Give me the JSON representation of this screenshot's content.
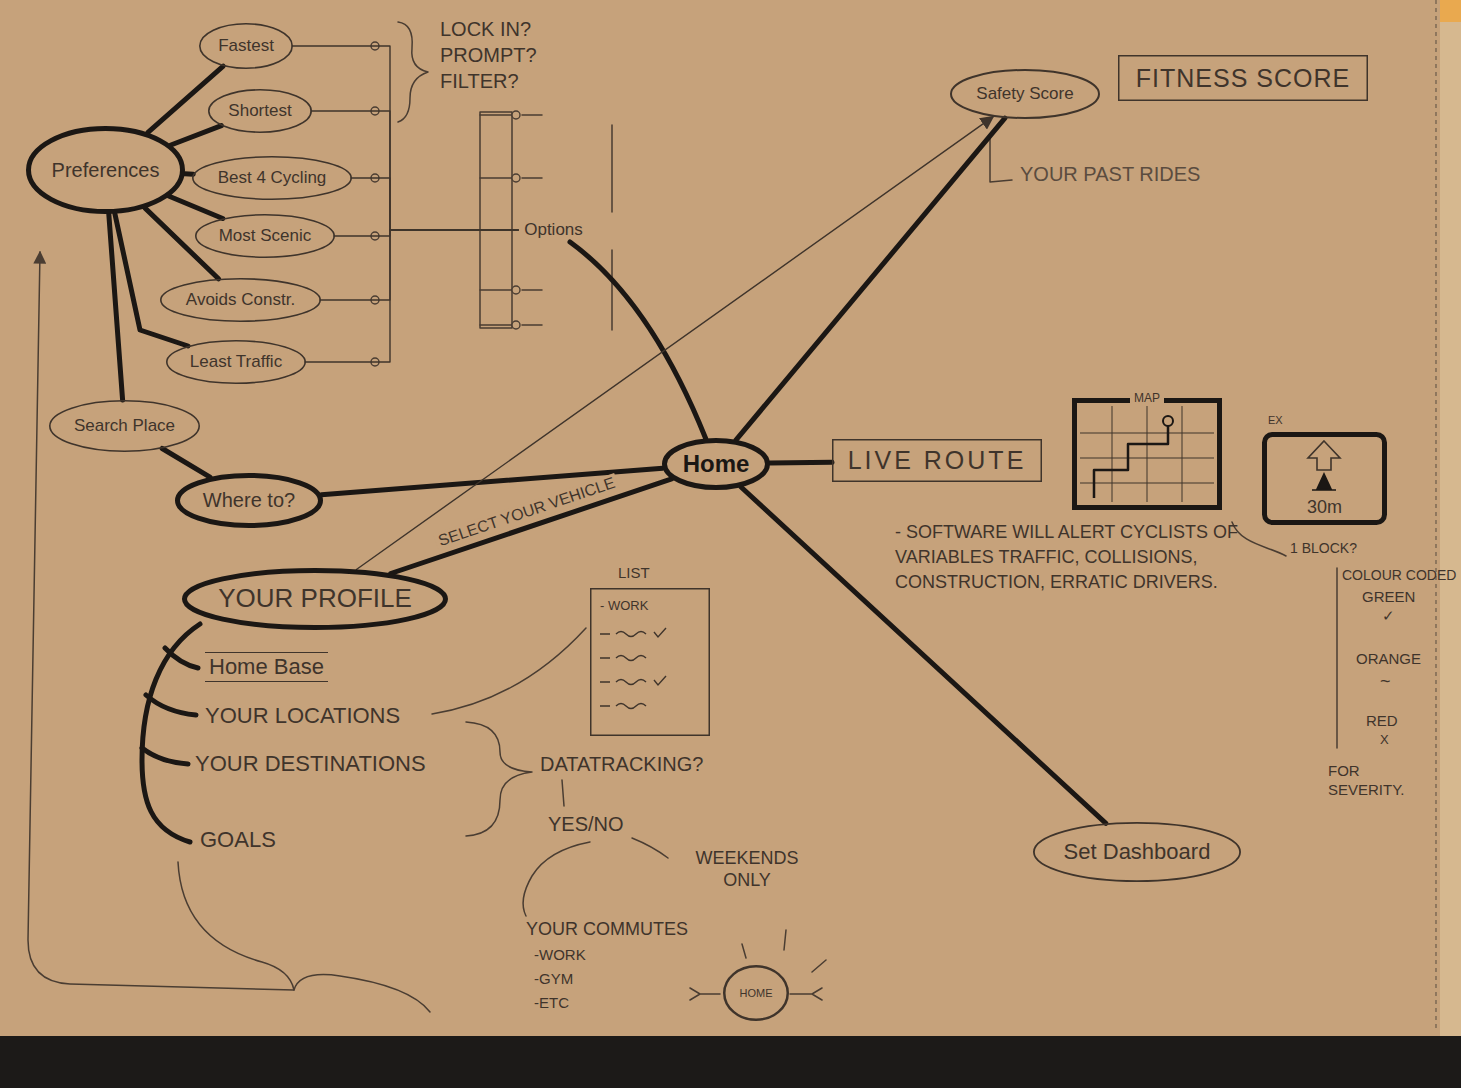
{
  "diagram": {
    "nodes": [
      {
        "text": [
          "Fastest"
        ]
      },
      {
        "text": [
          "Shortest"
        ]
      },
      {
        "text": [
          "Safety Score"
        ]
      },
      {
        "text": [
          "FITNESS SCORE"
        ]
      },
      {
        "text": [
          "Preferences"
        ]
      },
      {
        "text": [
          "Best 4 Cycling"
        ]
      },
      {
        "text": [
          "Options"
        ]
      },
      {
        "text": [
          "Most Scenic"
        ]
      },
      {
        "text": [
          "Avoids Constr."
        ]
      },
      {
        "text": [
          "Least Traffic"
        ]
      },
      {
        "text": [
          "Search Place"
        ]
      },
      {
        "text": [
          "MAP"
        ]
      },
      {
        "text": [
          "LIVE ROUTE"
        ]
      },
      {
        "text": [
          "Home"
        ]
      },
      {
        "text": [
          "EX",
          "30m"
        ]
      },
      {
        "text": [
          "Where to?"
        ]
      },
      {
        "text": [
          "YOUR PROFILE"
        ]
      },
      {
        "text": [
          "LIST",
          "- WORK"
        ]
      },
      {
        "text": [
          "Set Dashboard"
        ]
      },
      {
        "text": [
          "HOME"
        ]
      }
    ],
    "edges": [
      {
        "from": 4,
        "to": 0,
        "arrow": "none"
      },
      {
        "from": 4,
        "to": 1,
        "arrow": "none"
      },
      {
        "from": 4,
        "to": 5,
        "arrow": "none"
      },
      {
        "from": 4,
        "to": 7,
        "arrow": "none"
      },
      {
        "from": 4,
        "to": 8,
        "arrow": "none"
      },
      {
        "from": 4,
        "to": 9,
        "arrow": "none"
      },
      {
        "from": 4,
        "to": 10,
        "arrow": "none"
      },
      {
        "from": 0,
        "to": 6,
        "arrow": "none"
      },
      {
        "from": 1,
        "to": 6,
        "arrow": "none"
      },
      {
        "from": 5,
        "to": 6,
        "arrow": "none"
      },
      {
        "from": 7,
        "to": 6,
        "arrow": "none"
      },
      {
        "from": 8,
        "to": 6,
        "arrow": "none"
      },
      {
        "from": 9,
        "to": 6,
        "arrow": "none"
      },
      {
        "from": 6,
        "to": 13,
        "arrow": "none"
      },
      {
        "from": 10,
        "to": 15,
        "arrow": "none"
      },
      {
        "from": 15,
        "to": 13,
        "arrow": "none"
      },
      {
        "from": 13,
        "to": 16,
        "label": "SELECT YOUR VEHICLE",
        "arrow": "none"
      },
      {
        "from": 13,
        "to": 2,
        "arrow": "none"
      },
      {
        "from": 16,
        "to": 2,
        "arrow": "to"
      },
      {
        "from": 13,
        "to": 12,
        "arrow": "none"
      },
      {
        "from": 13,
        "to": 18,
        "arrow": "none"
      }
    ],
    "labels": [
      "LOCK IN? PROMPT? FILTER?",
      "YOUR PAST RIDES",
      "- SOFTWARE WILL ALERT CYCLISTS OF VARIABLES TRAFFIC, COLLISIONS, CONSTRUCTION, ERRATIC DRIVERS.",
      "1 BLOCK?",
      "COLOUR CODED",
      "GREEN",
      "✓",
      "ORANGE",
      "~",
      "RED",
      "X",
      "FOR SEVERITY.",
      "Home Base",
      "YOUR LOCATIONS",
      "YOUR DESTINATIONS",
      "GOALS",
      "DATATRACKING?",
      "YES/NO",
      "WEEKENDS ONLY",
      "YOUR COMMUTES",
      "-WORK",
      "-GYM",
      "-ETC"
    ]
  }
}
